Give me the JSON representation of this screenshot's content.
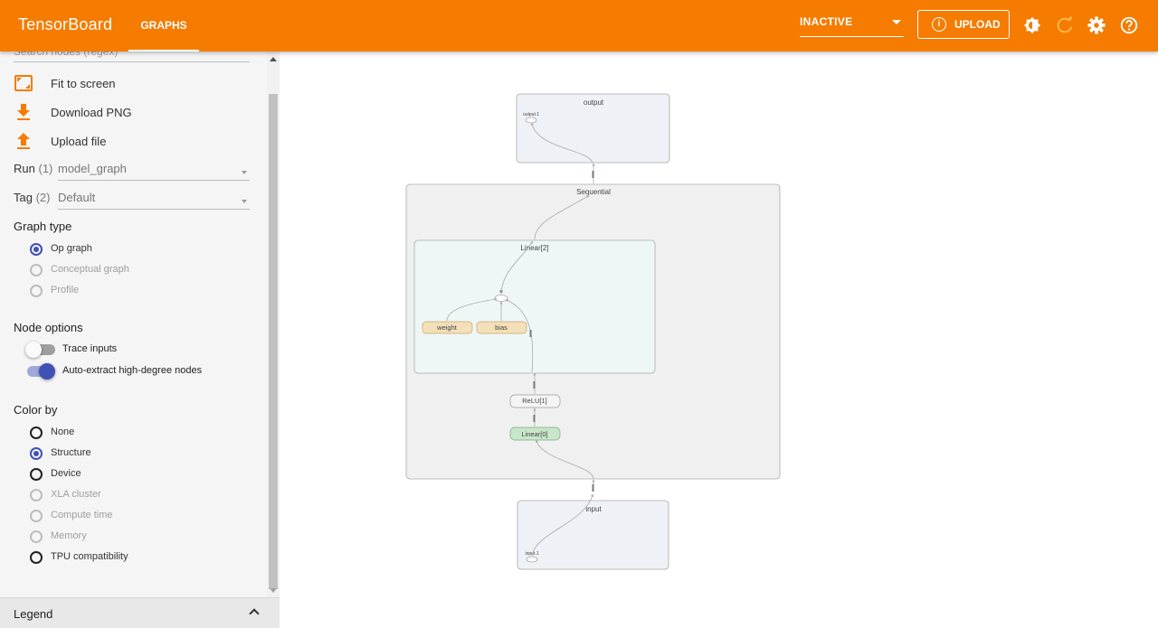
{
  "header": {
    "brand": "TensorBoard",
    "tab": "GRAPHS",
    "run_select": "INACTIVE",
    "upload_label": "UPLOAD",
    "colors": {
      "topbar": "#f57c00"
    }
  },
  "sidebar": {
    "search_placeholder": "Search nodes (regex)",
    "actions": {
      "fit": "Fit to screen",
      "download": "Download PNG",
      "upload": "Upload file"
    },
    "run": {
      "label": "Run",
      "count": "(1)",
      "value": "model_graph"
    },
    "tag": {
      "label": "Tag",
      "count": "(2)",
      "value": "Default"
    },
    "graph_type": {
      "title": "Graph type",
      "options": [
        "Op graph",
        "Conceptual graph",
        "Profile"
      ],
      "selected": "Op graph"
    },
    "node_options": {
      "title": "Node options",
      "trace_inputs": "Trace inputs",
      "auto_extract": "Auto-extract high-degree nodes"
    },
    "color_by": {
      "title": "Color by",
      "options": [
        "None",
        "Structure",
        "Device",
        "XLA cluster",
        "Compute time",
        "Memory",
        "TPU compatibility"
      ],
      "selected": "Structure"
    },
    "legend": "Legend"
  },
  "graph": {
    "output_box": "output",
    "output_node": "output.1",
    "sequential_box": "Sequential",
    "linear2_box": "Linear[2]",
    "weight": "weight",
    "bias": "bias",
    "relu": "ReLU[1]",
    "linear0": "Linear[0]",
    "input_box": "input",
    "input_node": "input.1"
  }
}
